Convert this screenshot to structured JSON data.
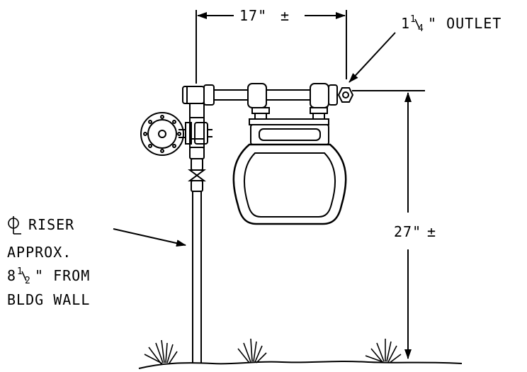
{
  "dimensions": {
    "width_label": "17\"",
    "width_tol": "±",
    "height_label": "27\"",
    "height_tol": "±"
  },
  "callouts": {
    "outlet_whole": "1",
    "outlet_num": "1",
    "outlet_den": "4",
    "outlet_rest": "\" OUTLET",
    "riser_line1": "RISER",
    "riser_line2": "APPROX.",
    "riser_line3_whole": "8",
    "riser_line3_num": "1",
    "riser_line3_den": "2",
    "riser_line3_rest": "\" FROM",
    "riser_line4": "BLDG WALL"
  }
}
